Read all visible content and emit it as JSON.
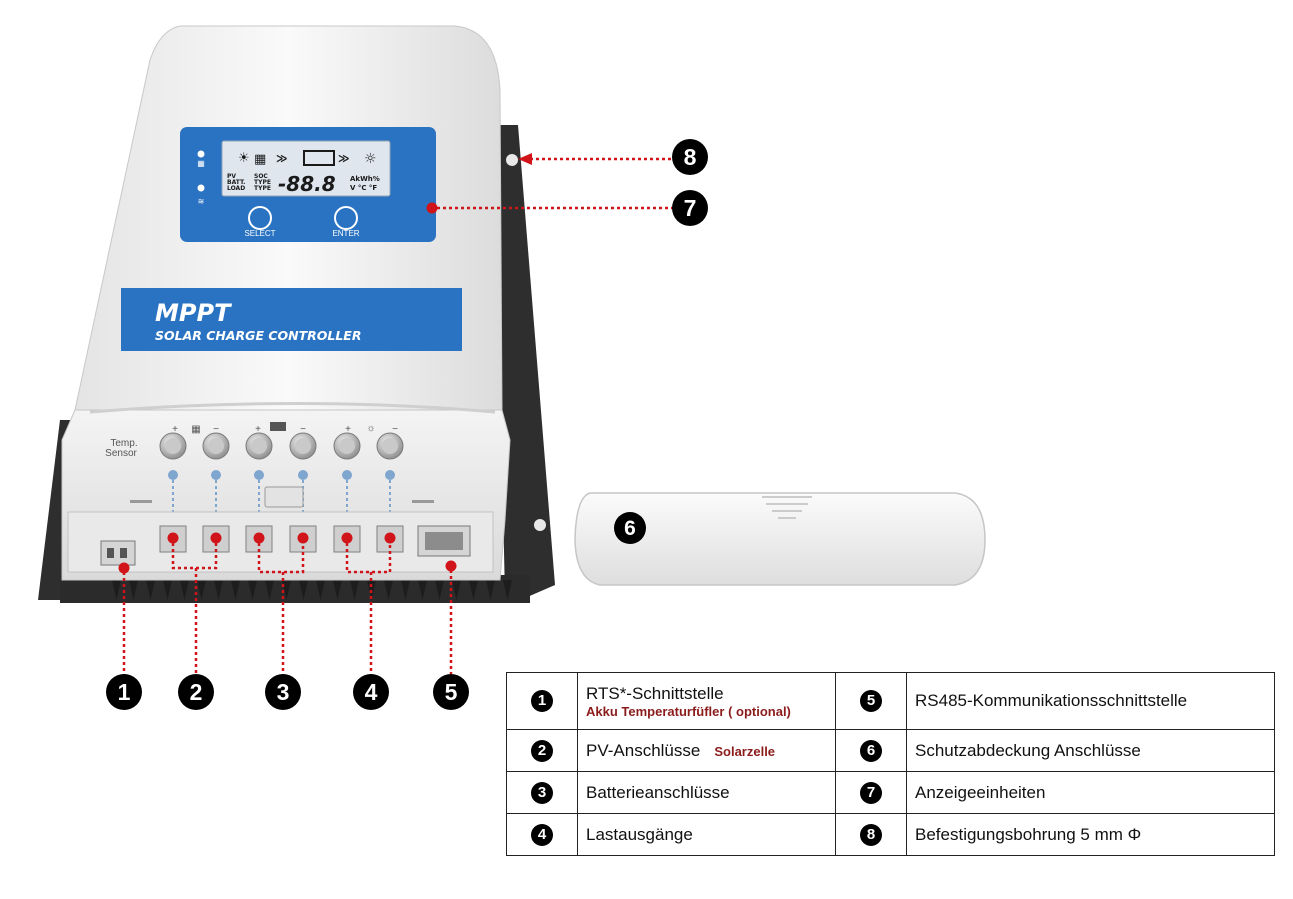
{
  "device": {
    "lcd": {
      "row1": "PV",
      "row2": "BATT.",
      "row3": "LOAD",
      "soc": "SOC",
      "type1": "TYPE",
      "type2": "TYPE",
      "digits": "-88.8",
      "units1": "AkWh%",
      "units2": "V °C °F"
    },
    "button_select": "SELECT",
    "button_enter": "ENTER",
    "brand_title": "MPPT",
    "brand_subtitle": "SOLAR CHARGE CONTROLLER",
    "temp_label_1": "Temp.",
    "temp_label_2": "Sensor",
    "terminal_plus": "+",
    "terminal_minus": "−"
  },
  "callouts": [
    "1",
    "2",
    "3",
    "4",
    "5",
    "6",
    "7",
    "8"
  ],
  "legend": {
    "rows": [
      {
        "left_num": "1",
        "left_text": "RTS*-Schnittstelle",
        "left_sub": "Akku Temperaturfüfler ( optional)",
        "right_num": "5",
        "right_text": "RS485-Kommunikationsschnittstelle"
      },
      {
        "left_num": "2",
        "left_text": "PV-Anschlüsse",
        "left_sub": "Solarzelle",
        "right_num": "6",
        "right_text": "Schutzabdeckung Anschlüsse"
      },
      {
        "left_num": "3",
        "left_text": "Batterieanschlüsse",
        "right_num": "7",
        "right_text": "Anzeigeeinheiten"
      },
      {
        "left_num": "4",
        "left_text": "Lastausgänge",
        "right_num": "8",
        "right_text": "Befestigungsbohrung 5 mm Φ"
      }
    ]
  },
  "colors": {
    "panel_blue": "#2a73c2",
    "lcd_bg": "#dfe6ee",
    "callout_red": "#d0141a",
    "housing_white": "#f2f2f2",
    "heatsink_dark": "#2e2e2e"
  }
}
